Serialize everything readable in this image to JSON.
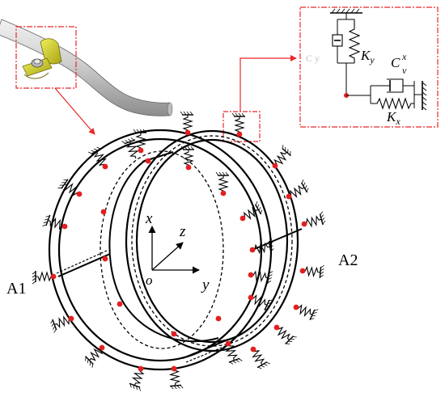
{
  "labels": {
    "left_assembly": "A1",
    "right_assembly": "A2",
    "axis_x": "x",
    "axis_y": "y",
    "axis_z": "z",
    "origin": "o",
    "damper_base": "C",
    "damper_sup": "x",
    "damper_sub": "v",
    "spring_y_base": "K",
    "spring_y_sub": "y",
    "spring_x_base": "K",
    "spring_x_sub": "x",
    "faint_damper_label": "C y"
  },
  "colors": {
    "callout": "#e8282a",
    "contact_point": "#e41f1f",
    "ring": "#000000",
    "pipe_light": "#d8d8d8",
    "pipe_dark": "#8c8c8c",
    "clamp_yellow": "#d4d21a"
  },
  "icons": {
    "clamp_model": "pipe-clamp-3d-icon",
    "spring_support": "spring-support-icon",
    "ground_hatch": "ground-hatch-icon"
  }
}
